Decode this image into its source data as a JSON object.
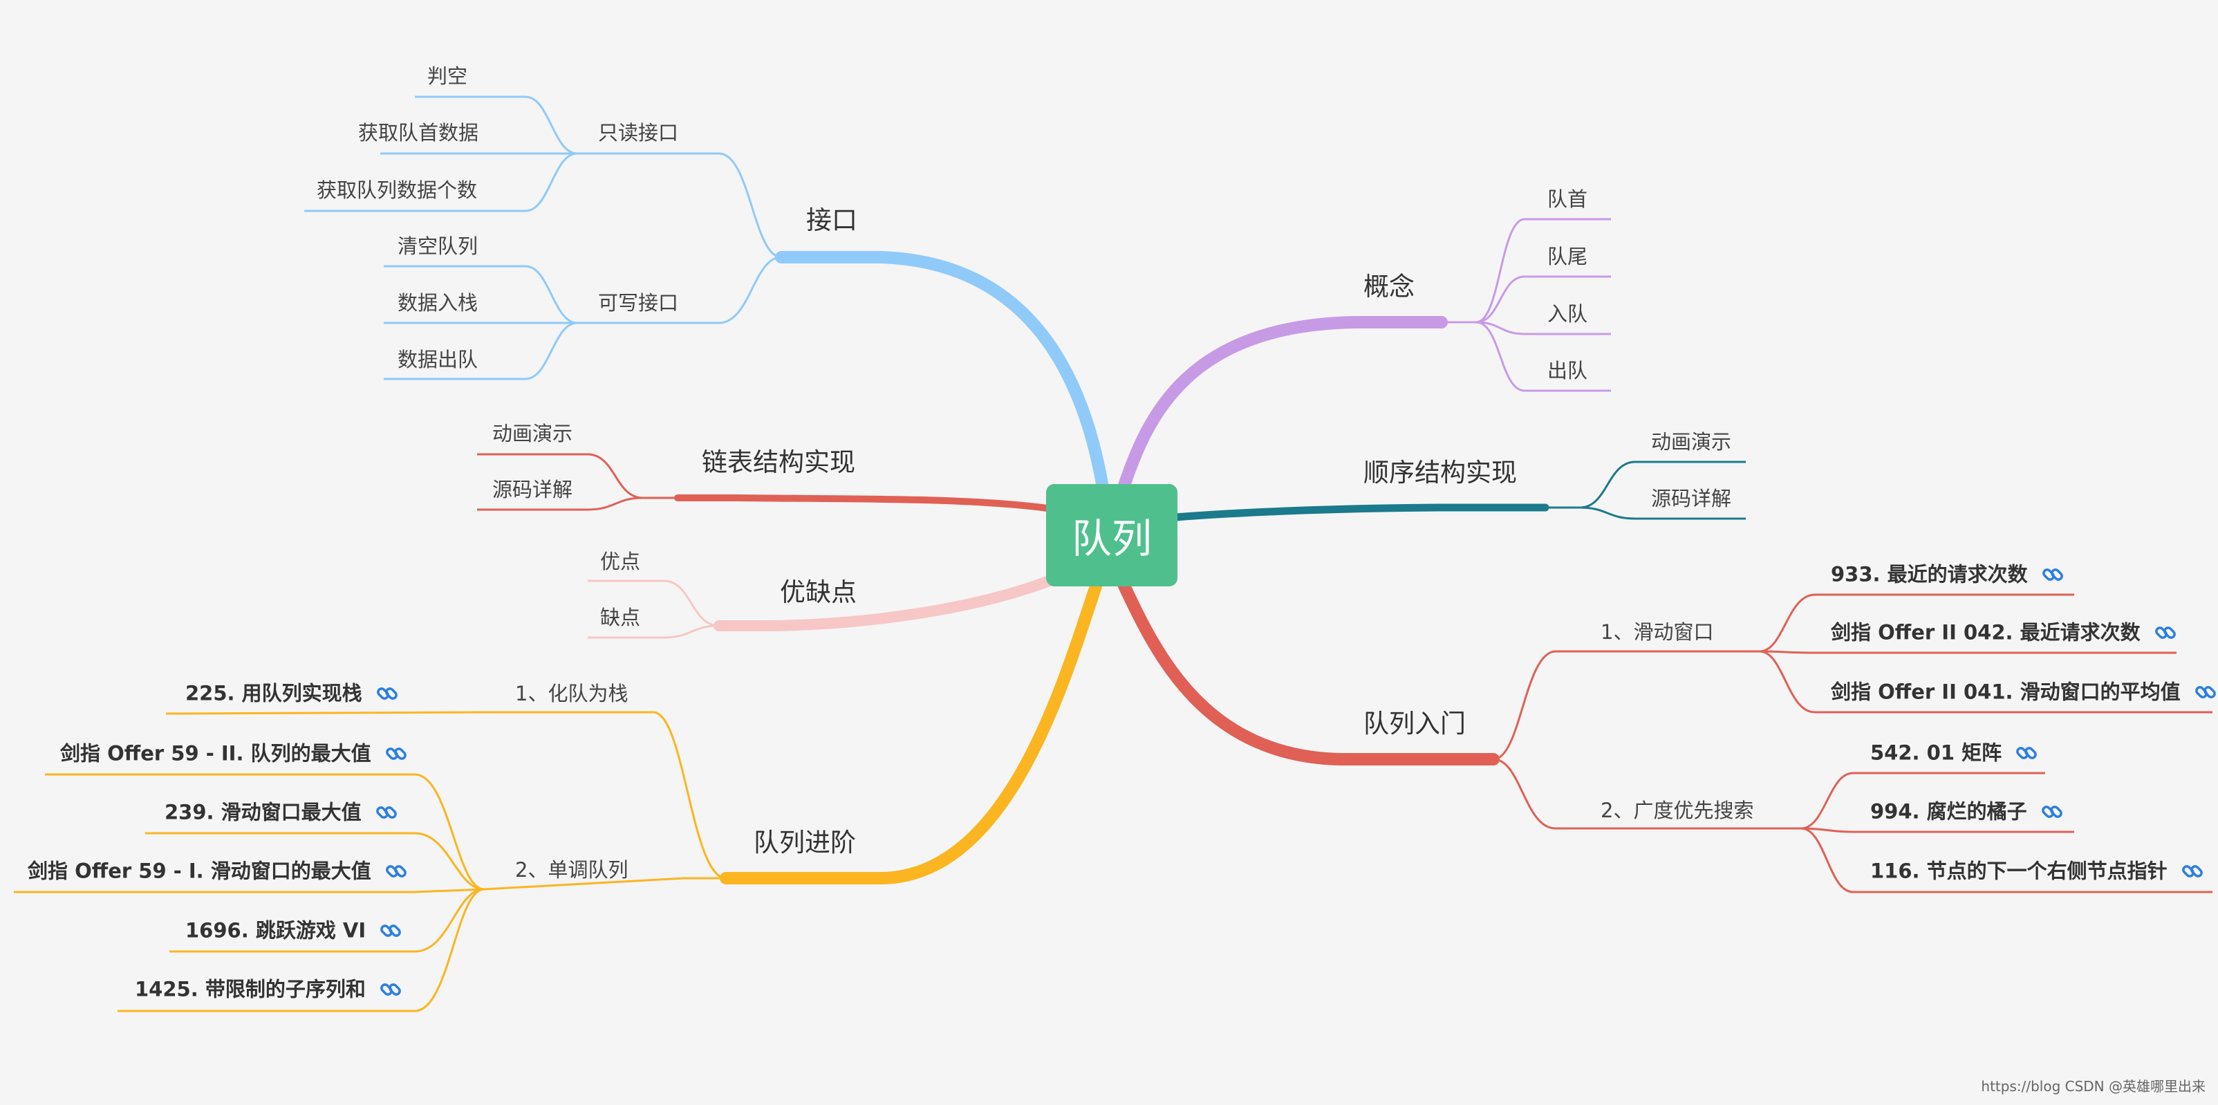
{
  "root": {
    "label": "队列",
    "color": "#4fc08d"
  },
  "colors": {
    "interface": "#90caf9",
    "concept": "#c79ae6",
    "linked": "#e06055",
    "sequential": "#1b7a8c",
    "proscons": "#f7c6c6",
    "intro": "#e06055",
    "advanced": "#fbb520"
  },
  "branches": {
    "interface": {
      "label": "接口",
      "groups": [
        {
          "label": "只读接口",
          "items": [
            "判空",
            "获取队首数据",
            "获取队列数据个数"
          ]
        },
        {
          "label": "可写接口",
          "items": [
            "清空队列",
            "数据入栈",
            "数据出队"
          ]
        }
      ]
    },
    "concept": {
      "label": "概念",
      "items": [
        "队首",
        "队尾",
        "入队",
        "出队"
      ]
    },
    "linked": {
      "label": "链表结构实现",
      "items": [
        "动画演示",
        "源码详解"
      ]
    },
    "sequential": {
      "label": "顺序结构实现",
      "items": [
        "动画演示",
        "源码详解"
      ]
    },
    "proscons": {
      "label": "优缺点",
      "items": [
        "优点",
        "缺点"
      ]
    },
    "intro": {
      "label": "队列入门",
      "groups": [
        {
          "label": "1、滑动窗口",
          "items": [
            "933. 最近的请求次数",
            "剑指 Offer II 042. 最近请求次数",
            "剑指 Offer II 041. 滑动窗口的平均值"
          ]
        },
        {
          "label": "2、广度优先搜索",
          "items": [
            "542. 01 矩阵",
            "994. 腐烂的橘子",
            "116. 节点的下一个右侧节点指针"
          ]
        }
      ]
    },
    "advanced": {
      "label": "队列进阶",
      "groups": [
        {
          "label": "1、化队为栈",
          "items": [
            "225. 用队列实现栈"
          ]
        },
        {
          "label": "2、单调队列",
          "items": [
            "剑指 Offer 59 - II. 队列的最大值",
            "239. 滑动窗口最大值",
            "剑指 Offer 59 - I. 滑动窗口的最大值",
            "1696. 跳跃游戏 VI",
            "1425. 带限制的子序列和"
          ]
        }
      ]
    }
  },
  "link_icon": "link-icon",
  "watermark": "https://blog CSDN @英雄哪里出来"
}
